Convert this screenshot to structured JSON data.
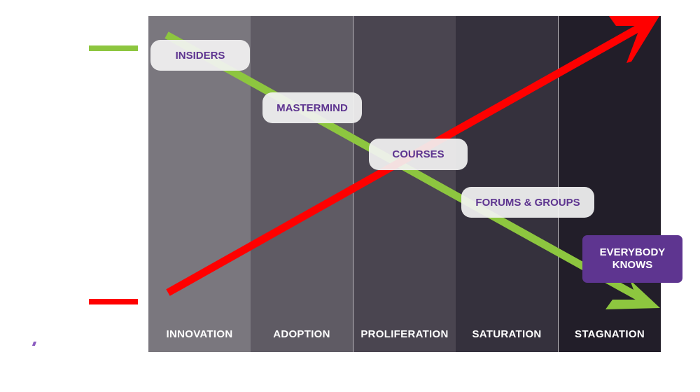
{
  "legend": {
    "green_color": "#8dc63f",
    "red_color": "#ff0000"
  },
  "stages": [
    {
      "label": "INNOVATION",
      "color": "#7a777e"
    },
    {
      "label": "ADOPTION",
      "color": "#5f5b64"
    },
    {
      "label": "PROLIFERATION",
      "color": "#4a4550"
    },
    {
      "label": "SATURATION",
      "color": "#35313d"
    },
    {
      "label": "STAGNATION",
      "color": "#221e29"
    }
  ],
  "tiers": {
    "insiders": "INSIDERS",
    "mastermind": "MASTERMIND",
    "courses": "COURSES",
    "forums": "FORUMS & GROUPS",
    "everybody_line1": "EVERYBODY",
    "everybody_line2": "KNOWS"
  },
  "accent": "#5e3590"
}
